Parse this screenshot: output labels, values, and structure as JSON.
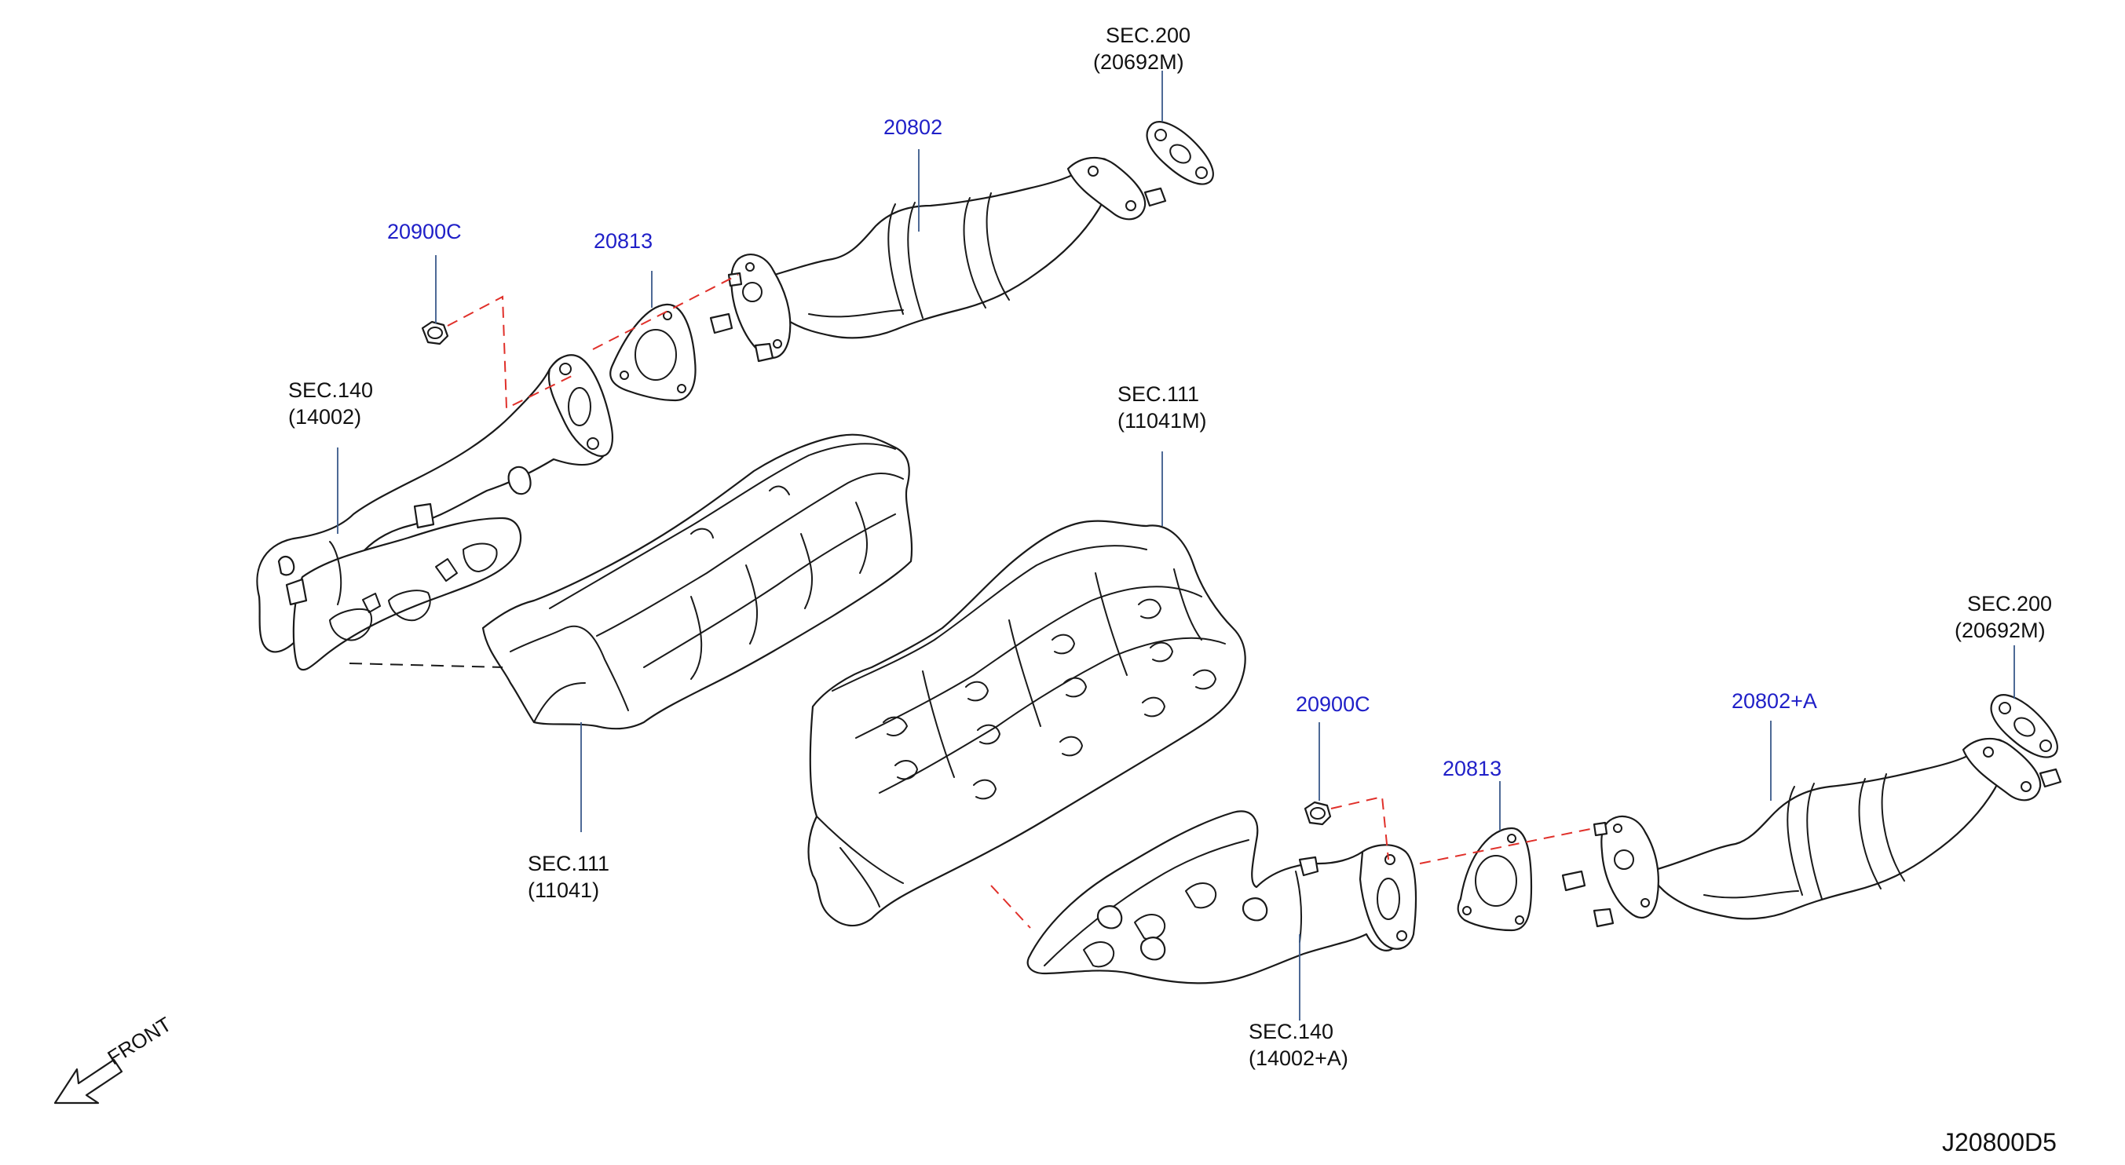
{
  "labels": {
    "sec200_top": {
      "line1": "SEC.200",
      "line2": "(20692M)"
    },
    "p20802": "20802",
    "p20813_top": "20813",
    "p20900c_top": "20900C",
    "sec140_left": {
      "line1": "SEC.140",
      "line2": "(14002)"
    },
    "sec111_upper": {
      "line1": "SEC.111",
      "line2": "(11041M)"
    },
    "sec111_lower": {
      "line1": "SEC.111",
      "line2": "(11041)"
    },
    "p20900c_bottom": "20900C",
    "p20813_bottom": "20813",
    "p20802a": "20802+A",
    "sec200_right": {
      "line1": "SEC.200",
      "line2": "(20692M)"
    },
    "sec140_bottom": {
      "line1": "SEC.140",
      "line2": "(14002+A)"
    },
    "front": "FRONT",
    "ref_code": "J20800D5"
  },
  "colors": {
    "part_label": "#2020c8",
    "sec_label": "#111111",
    "assembly_dash": "#e0302a",
    "leader": "#3a5a8a"
  }
}
